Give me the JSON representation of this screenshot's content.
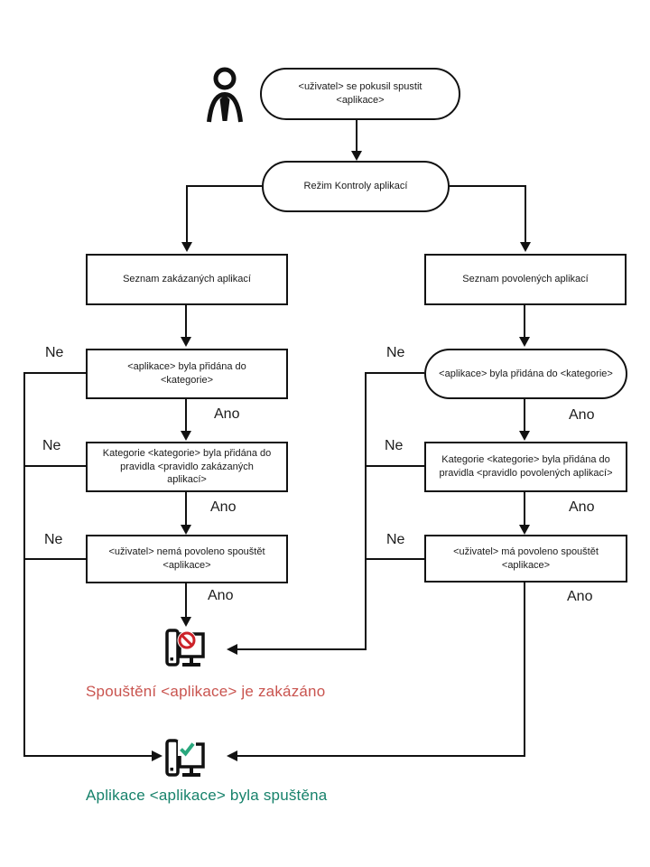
{
  "diagram": {
    "start_label": "<uživatel> se pokusil spustit <aplikace>",
    "mode_label": "Režim Kontroly aplikací",
    "no_label": "Ne",
    "yes_label": "Ano",
    "left_branch": {
      "list_label": "Seznam zakázaných aplikací",
      "check1_label": "<aplikace> byla přidána do <kategorie>",
      "check2_label": "Kategorie <kategorie> byla přidána do pravidla <pravidlo zakázaných aplikací>",
      "check3_label": "<uživatel> nemá povoleno spouštět <aplikace>",
      "result_label": "Spouštění <aplikace> je zakázáno"
    },
    "right_branch": {
      "list_label": "Seznam povolených aplikací",
      "check1_label": "<aplikace> byla přidána do <kategorie>",
      "check2_label": "Kategorie <kategorie> byla přidána do pravidla <pravidlo povolených aplikací>",
      "check3_label": "<uživatel> má povoleno spouštět <aplikace>",
      "result_label": "Aplikace <aplikace> byla spuštěna"
    },
    "icons": {
      "user": "user-icon",
      "blocked_pc": "computer-blocked-icon",
      "allowed_pc": "computer-allowed-icon"
    },
    "colors": {
      "line": "#111111",
      "denied_text": "#c9544f",
      "allowed_text": "#17826b",
      "prohibit_sign": "#cc2229",
      "check_mark": "#2aa87e"
    }
  }
}
